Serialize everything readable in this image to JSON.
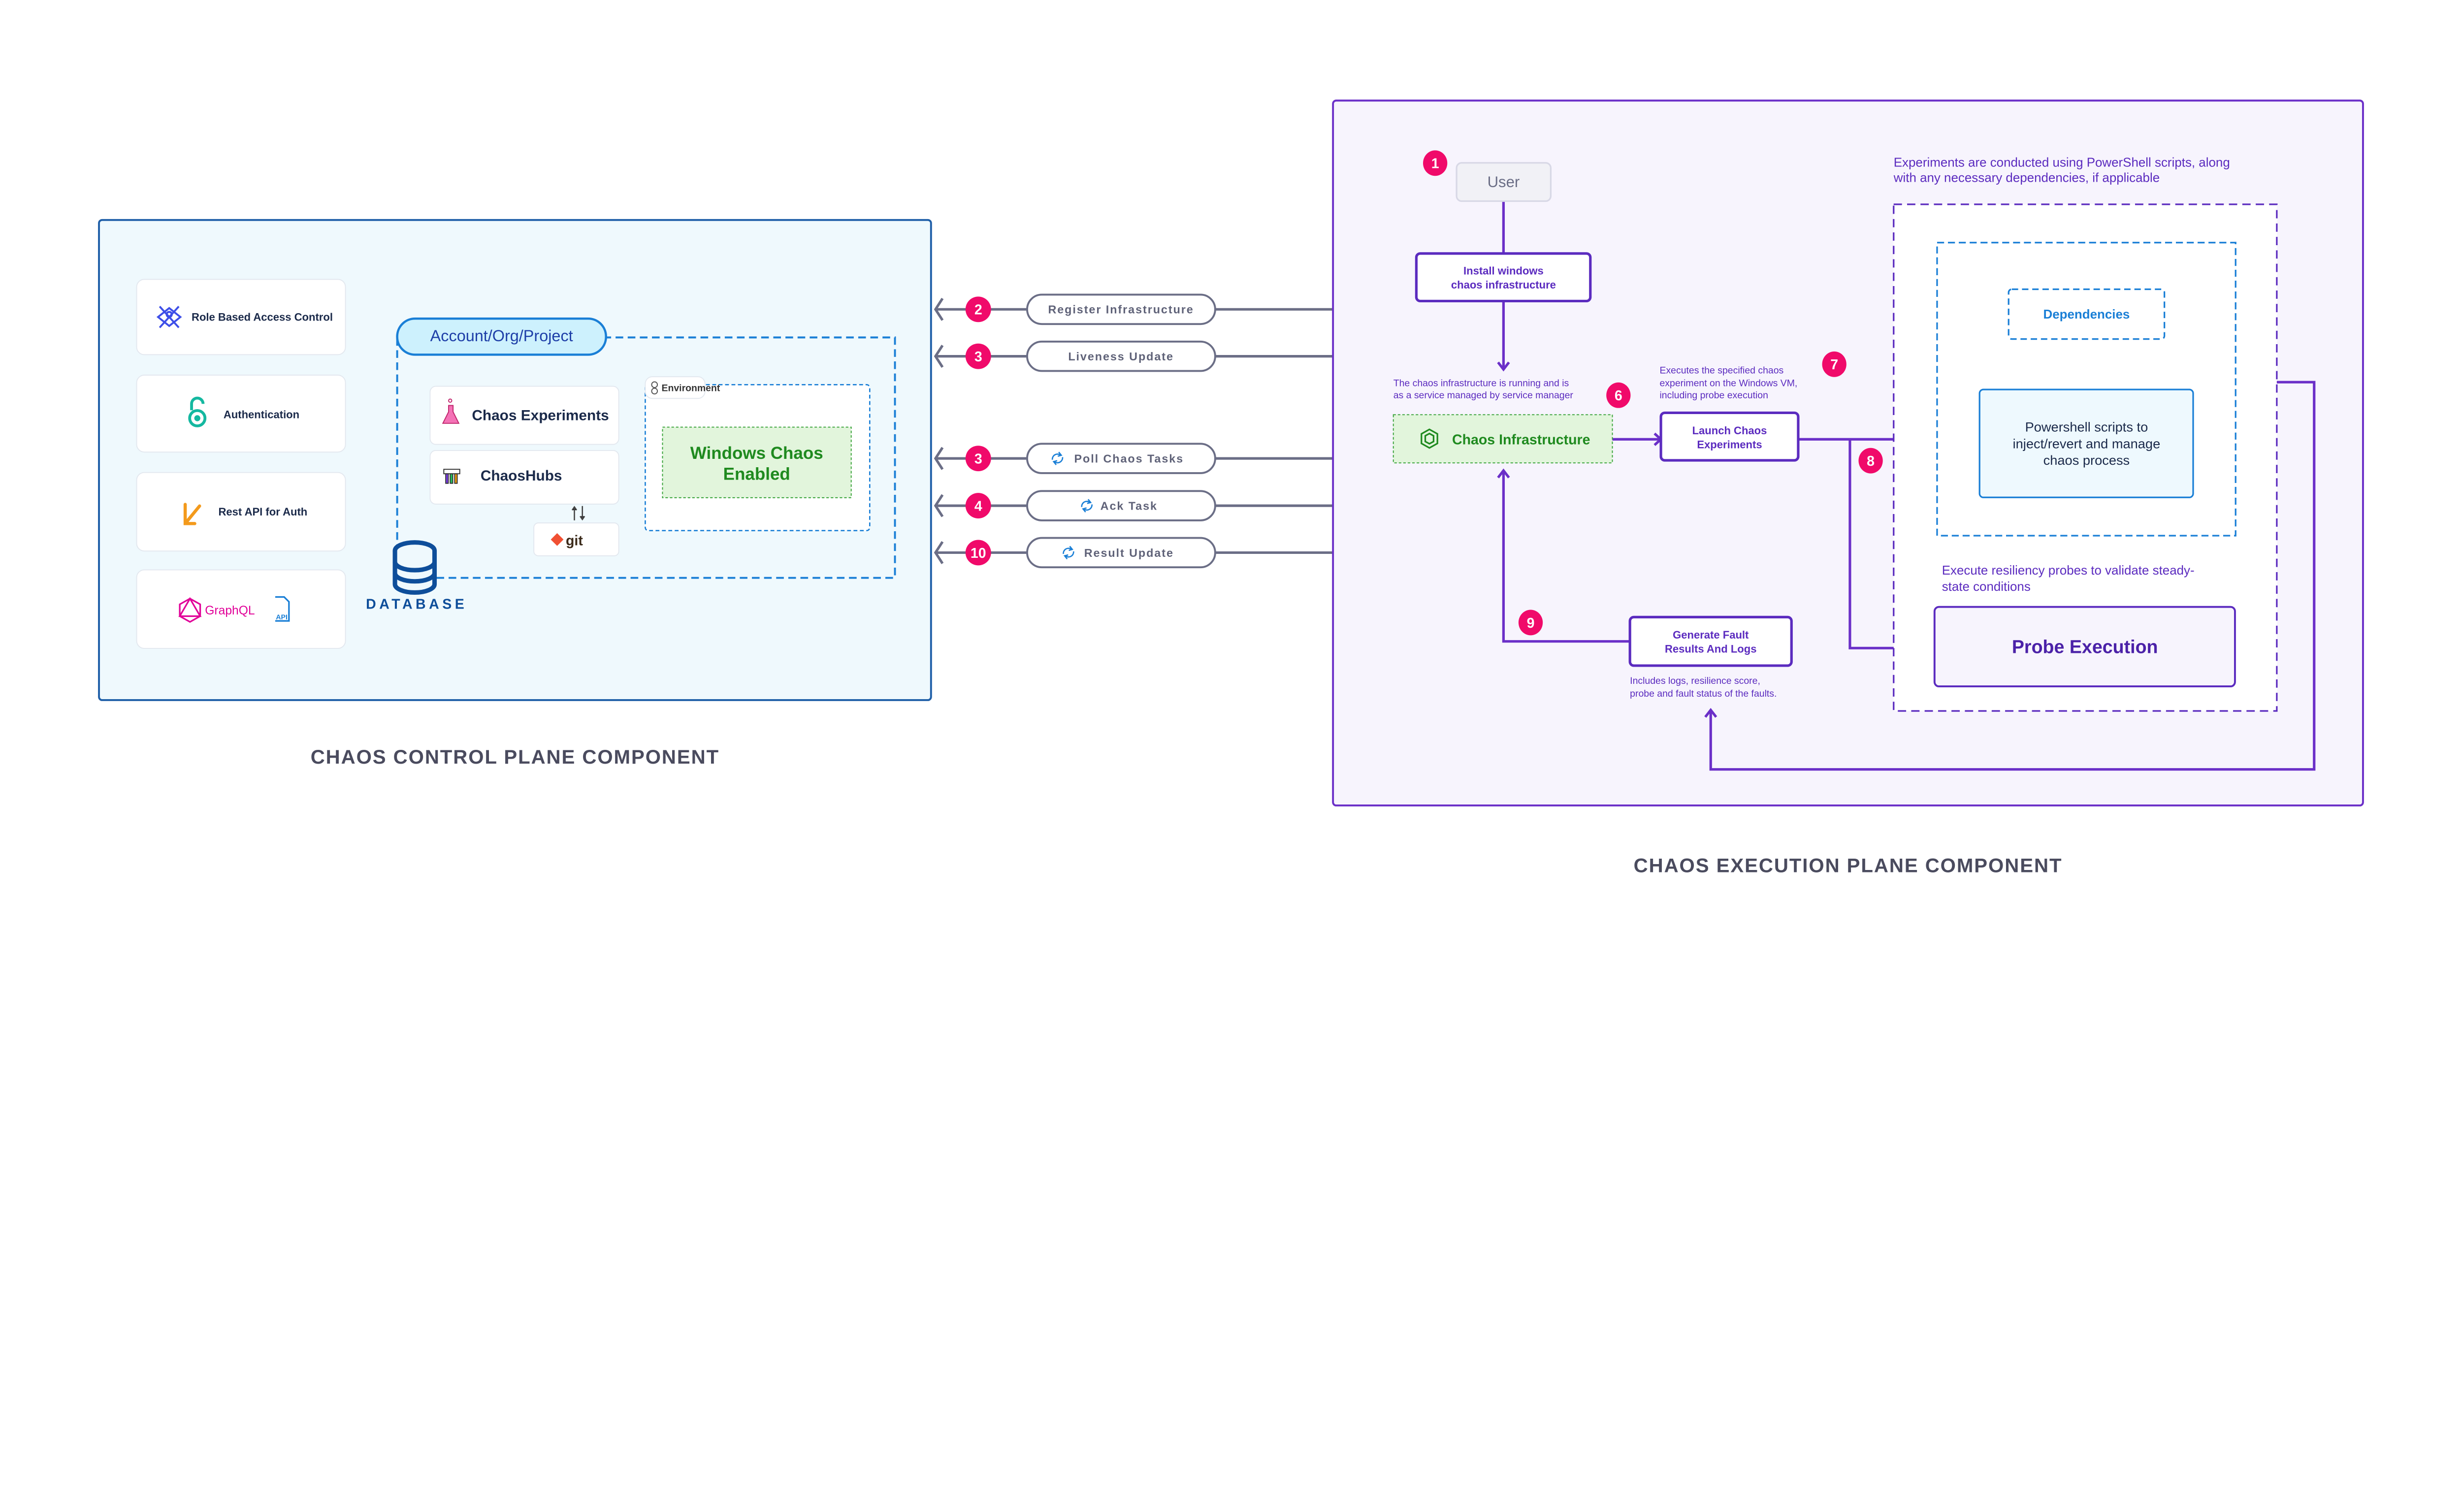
{
  "control_plane": {
    "caption": "CHAOS CONTROL PLANE COMPONENT",
    "cards": [
      {
        "label": "Role Based Access Control",
        "icon": "rbac-icon"
      },
      {
        "label": "Authentication",
        "icon": "lock-icon"
      },
      {
        "label": "Rest API for Auth",
        "icon": "rest-api-icon"
      },
      {
        "label": "GraphQL",
        "icon": "graphql-icon",
        "extra": "API"
      }
    ],
    "scope_label": "Account/Org/Project",
    "chaos_experiments": "Chaos Experiments",
    "chaoshubs": "ChaosHubs",
    "git": "git",
    "environment": "Environment",
    "windows_chaos_line1": "Windows Chaos",
    "windows_chaos_line2": "Enabled",
    "database": "DATABASE"
  },
  "messages": [
    {
      "step": "2",
      "label": "Register Infrastructure",
      "icon": ""
    },
    {
      "step": "3",
      "label": "Liveness Update",
      "icon": ""
    },
    {
      "step": "3",
      "label": "Poll Chaos Tasks",
      "icon": "sync-icon"
    },
    {
      "step": "4",
      "label": "Ack Task",
      "icon": "sync-icon"
    },
    {
      "step": "10",
      "label": "Result Update",
      "icon": "sync-icon"
    }
  ],
  "execution_plane": {
    "caption": "CHAOS EXECUTION PLANE COMPONENT",
    "user": "User",
    "step1": "1",
    "install_line1": "Install windows",
    "install_line2": "chaos infrastructure",
    "infra_note_line1": "The chaos infrastructure is running and is",
    "infra_note_line2": "as a service managed by service manager",
    "step6": "6",
    "chaos_infrastructure": "Chaos Infrastructure",
    "launch_line1": "Launch Chaos",
    "launch_line2": "Experiments",
    "exec_note_line1": "Executes the specified chaos",
    "exec_note_line2": "experiment on the Windows VM,",
    "exec_note_line3": "including probe execution",
    "step7": "7",
    "step8": "8",
    "step9": "9",
    "powershell_note_line1": "Experiments are conducted using PowerShell scripts, along",
    "powershell_note_line2": "with any necessary dependencies, if applicable",
    "dependencies": "Dependencies",
    "powershell_line1": "Powershell scripts to",
    "powershell_line2": "inject/revert and manage",
    "powershell_line3": "chaos process",
    "probe_note_line1": "Execute resiliency probes to validate steady-",
    "probe_note_line2": "state conditions",
    "probe_execution": "Probe Execution",
    "generate_line1": "Generate Fault",
    "generate_line2": "Results And Logs",
    "results_note_line1": "Includes logs, resilience score,",
    "results_note_line2": "probe and fault status of the faults."
  },
  "colors": {
    "control_plane_border": "#1f5fa8",
    "control_plane_bg": "#eff9fd",
    "execution_plane_border": "#6b2fc8",
    "execution_plane_bg": "#f7f4fd",
    "badge": "#f00a6a",
    "success_green": "#1f8a1f"
  }
}
